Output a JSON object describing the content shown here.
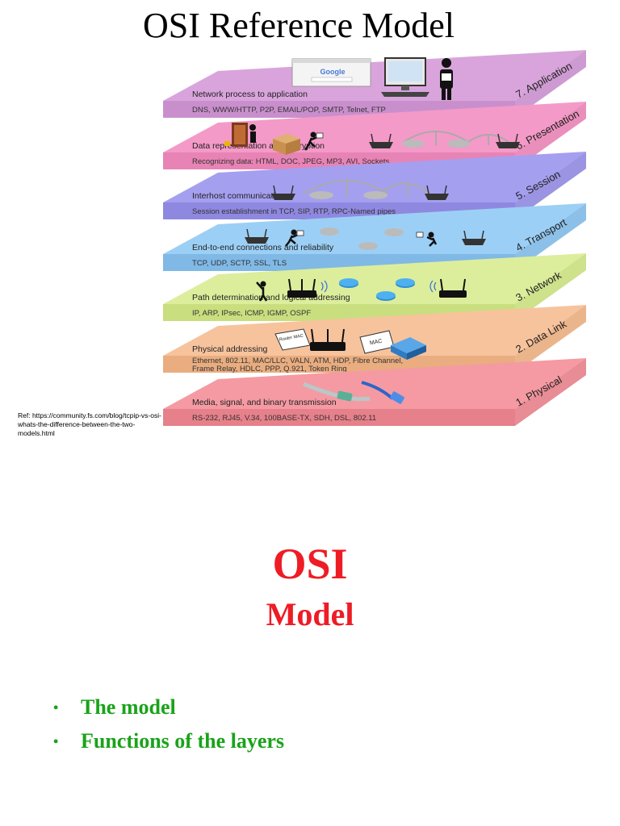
{
  "title": "OSI Reference Model",
  "reference": "Ref: https://community.fs.com/blog/tcpip-vs-osi-whats-the-difference-between-the-two-models.html",
  "layers": [
    {
      "number": "7. Application",
      "heading": "Network process to application",
      "protocols": "DNS, WWW/HTTP, P2P, EMAIL/POP, SMTP, Telnet, FTP",
      "color": "#d9a4dc",
      "dark": "#c98fcd"
    },
    {
      "number": "6. Presentation",
      "heading": "Data representation and encryption",
      "protocols": "Recognizing data: HTML, DOC, JPEG, MP3, AVI, Sockets",
      "color": "#f49ac8",
      "dark": "#e883b5"
    },
    {
      "number": "5. Session",
      "heading": "Interhost communication",
      "protocols": "Session establishment in TCP, SIP, RTP, RPC-Named pipes",
      "color": "#a59ff0",
      "dark": "#8f88e0"
    },
    {
      "number": "4. Transport",
      "heading": "End-to-end connections and reliability",
      "protocols": "TCP, UDP, SCTP, SSL, TLS",
      "color": "#9ccff5",
      "dark": "#80b9e6"
    },
    {
      "number": "3. Network",
      "heading": "Path determination and logical addressing",
      "protocols": "IP, ARP, IPsec, ICMP, IGMP, OSPF",
      "color": "#dcee9c",
      "dark": "#c9de7e"
    },
    {
      "number": "2. Data Link",
      "heading": "Physical addressing",
      "protocols": "Ethernet, 802.11, MAC/LLC, VALN, ATM, HDP, Fibre Channel,",
      "protocols2": "Frame Relay, HDLC,  PPP, Q.921, Token Ring",
      "color": "#f7c39d",
      "dark": "#e9ad80"
    },
    {
      "number": "1. Physical",
      "heading": "Media, signal, and binary transmission",
      "protocols": "RS-232, RJ45, V.34, 100BASE-TX, SDH, DSL, 802.11",
      "color": "#f59aa2",
      "dark": "#e6808a"
    }
  ],
  "illustration_labels": {
    "google": "Google",
    "router_mac": "Router MAC",
    "mac": "MAC"
  },
  "big_title": "OSI",
  "big_subtitle": "Model",
  "topics": [
    "The model",
    "Functions of the layers"
  ],
  "colors": {
    "red": "#ee1c25",
    "green": "#19a319"
  }
}
